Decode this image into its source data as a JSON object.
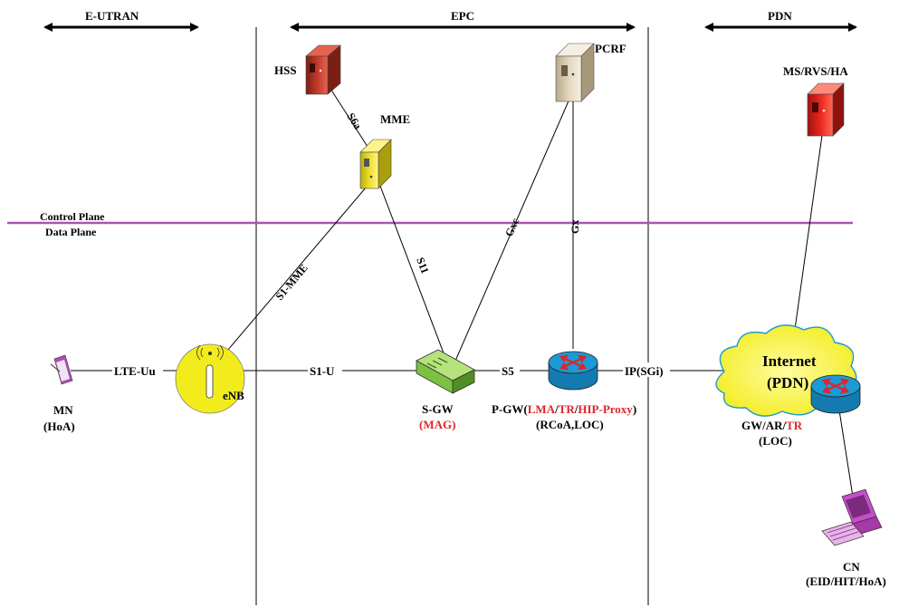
{
  "domains": {
    "eutran": "E-UTRAN",
    "epc": "EPC",
    "pdn": "PDN"
  },
  "planes": {
    "control": "Control Plane",
    "data": "Data Plane"
  },
  "nodes": {
    "hss": "HSS",
    "mme": "MME",
    "pcrf": "PCRF",
    "ms": "MS/RVS/HA",
    "mn": "MN",
    "mn_sub": "(HoA)",
    "enb": "eNB",
    "sgw": "S-GW",
    "sgw_sub": "(MAG)",
    "pgw_prefix": "P-GW",
    "pgw_paren_open": "(",
    "pgw_lma": "LMA",
    "pgw_sep1": "/",
    "pgw_tr": "TR",
    "pgw_sep2": "/",
    "pgw_hip": "HIP-Proxy",
    "pgw_paren_close": ")",
    "pgw_sub": "(RCoA,LOC)",
    "internet": "Internet",
    "internet_sub": "(PDN)",
    "gw_prefix": "GW/AR/",
    "gw_tr": "TR",
    "gw_sub": "(LOC)",
    "cn": "CN",
    "cn_sub": "(EID/HIT/HoA)"
  },
  "interfaces": {
    "s6a": "S6a",
    "s1mme": "S1-MME",
    "s11": "S11",
    "gxc": "Gxc",
    "gx": "Gx",
    "lteuu": "LTE-Uu",
    "s1u": "S1-U",
    "s5": "S5",
    "sgi": "IP(SGi)"
  },
  "colors": {
    "plane_line": "#b050b5",
    "highlight_text": "#e0242a",
    "enb_circle": "#f2ec1c",
    "cloud": "#f2ec1c",
    "router": "#1a9ad6",
    "sgw_body": "#7dc143",
    "mme_server": "#ecdf2a",
    "hss_server": "#c0392b",
    "ms_server": "#e8261f",
    "pcrf_server": "#e2d6bd",
    "terminal": "#c64fc8"
  },
  "icons": {
    "hss": "server-icon",
    "mme": "server-icon",
    "pcrf": "server-icon",
    "ms": "server-icon",
    "mn": "mobile-phone-icon",
    "enb": "antenna-icon",
    "sgw": "gateway-switch-icon",
    "pgw": "router-icon",
    "gw": "router-icon",
    "internet": "cloud-icon",
    "cn": "computer-terminal-icon"
  }
}
